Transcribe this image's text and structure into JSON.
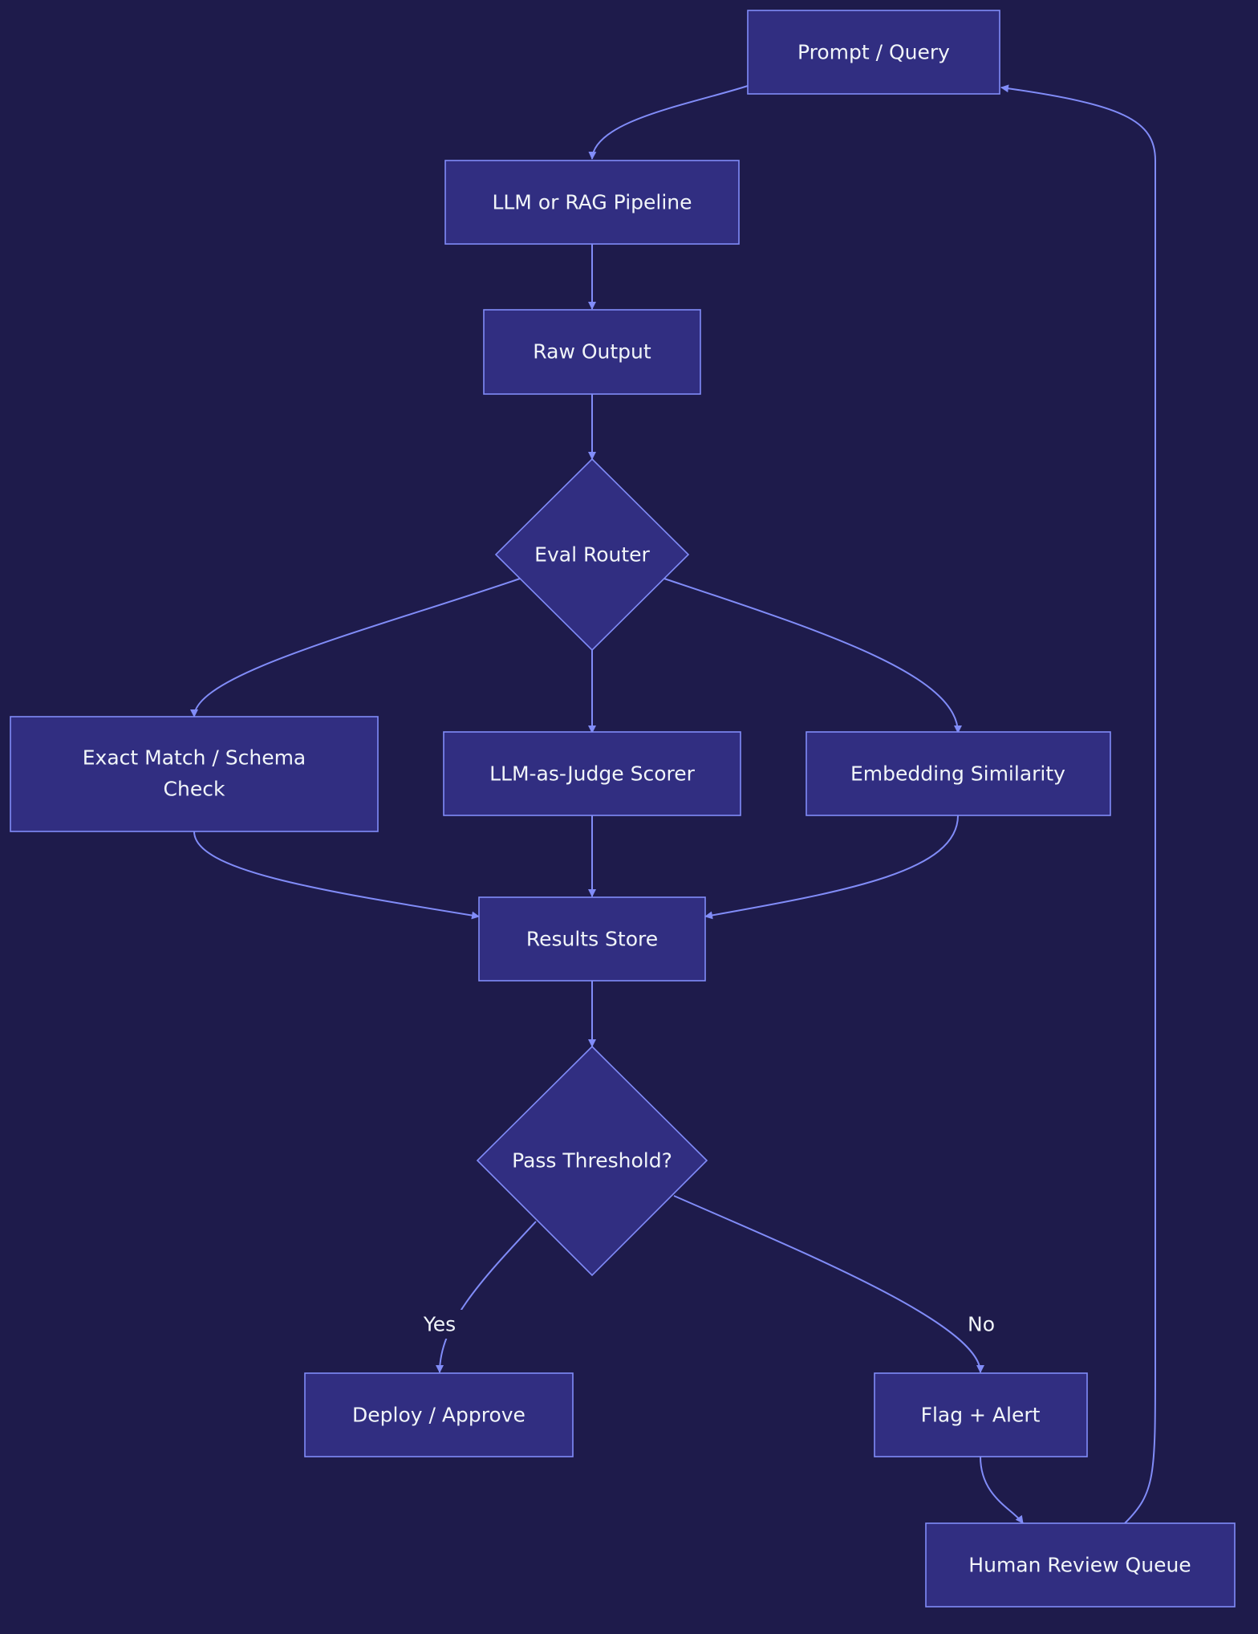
{
  "theme": {
    "background": "#1e1b4b",
    "node_fill": "#312e81",
    "node_stroke": "#818cf8",
    "edge_color": "#818cf8",
    "text_color": "#f1f5f9"
  },
  "nodes": {
    "prompt_query": {
      "line1": "Prompt / Query"
    },
    "llm_rag_pipeline": {
      "line1": "LLM or RAG Pipeline"
    },
    "raw_output": {
      "line1": "Raw Output"
    },
    "eval_router": {
      "line1": "Eval Router"
    },
    "exact_match": {
      "line1": "Exact Match / Schema",
      "line2": "Check"
    },
    "llm_judge": {
      "line1": "LLM-as-Judge Scorer"
    },
    "embedding_similarity": {
      "line1": "Embedding Similarity"
    },
    "results_store": {
      "line1": "Results Store"
    },
    "pass_threshold": {
      "line1": "Pass Threshold?"
    },
    "deploy_approve": {
      "line1": "Deploy / Approve"
    },
    "flag_alert": {
      "line1": "Flag + Alert"
    },
    "human_review": {
      "line1": "Human Review Queue"
    }
  },
  "edges": {
    "yes_label": "Yes",
    "no_label": "No"
  }
}
